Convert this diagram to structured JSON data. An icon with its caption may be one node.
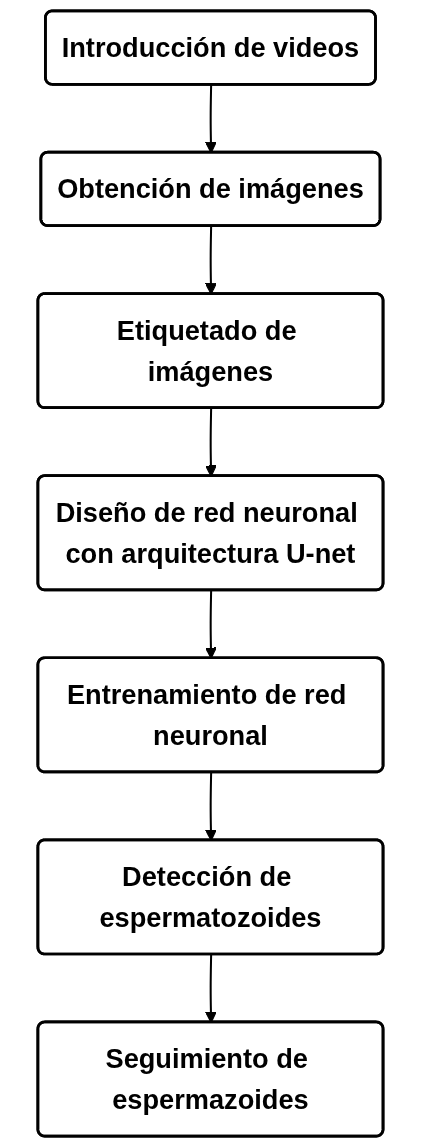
{
  "diagram": {
    "nodes": [
      {
        "text": [
          "Introducción de videos"
        ]
      },
      {
        "text": [
          "Obtención de imágenes"
        ]
      },
      {
        "text": [
          "Etiquetado de imágenes"
        ]
      },
      {
        "text": [
          "Diseño de red neuronal con arquitectura U-net"
        ]
      },
      {
        "text": [
          "Entrenamiento de red neuronal"
        ]
      },
      {
        "text": [
          "Detección de espermatozoides"
        ]
      },
      {
        "text": [
          "Seguimiento de espermazoides"
        ]
      }
    ],
    "edges": [
      {
        "from": 0,
        "to": 1,
        "arrow": "to"
      },
      {
        "from": 1,
        "to": 2,
        "arrow": "to"
      },
      {
        "from": 2,
        "to": 3,
        "arrow": "to"
      },
      {
        "from": 3,
        "to": 4,
        "arrow": "to"
      },
      {
        "from": 4,
        "to": 5,
        "arrow": "to"
      },
      {
        "from": 5,
        "to": 6,
        "arrow": "to"
      }
    ]
  }
}
